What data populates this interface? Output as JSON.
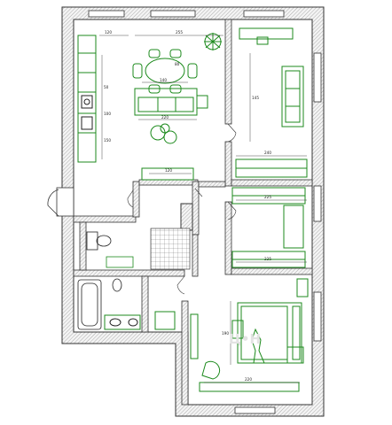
{
  "dimensions": {
    "kitchen_top": "120",
    "living_width": "255",
    "table_width": "140",
    "table_length": "80",
    "sofa_width": "220",
    "bed2_depth": "145",
    "bed2_width": "240",
    "hall_top": "120",
    "wardrobe_row": "225",
    "storage_bottom": "225",
    "bed1_depth": "190",
    "bed1_width": "220",
    "side_dim_a": "50",
    "side_dim_b": "100",
    "side_dim_c": "150"
  },
  "watermark": "Ц•Н"
}
